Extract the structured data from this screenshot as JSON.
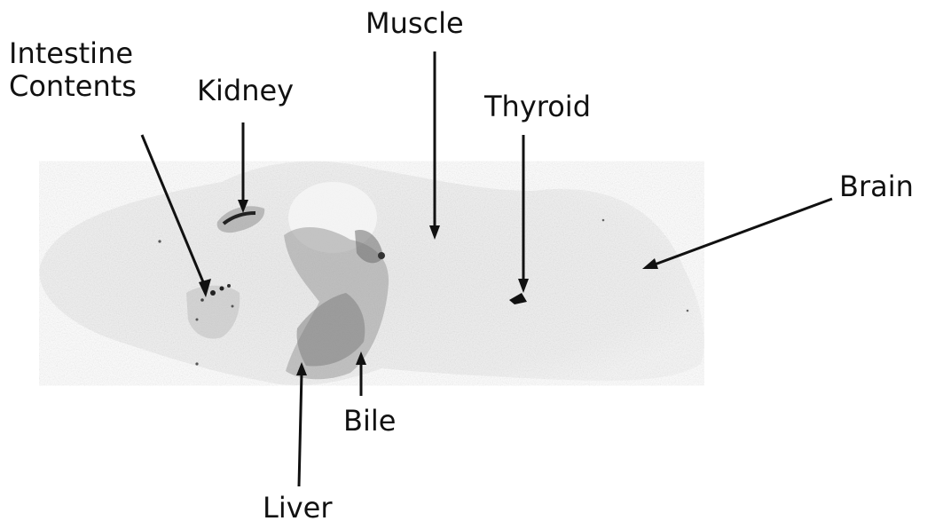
{
  "labels": {
    "intestine_line1": "Intestine",
    "intestine_line2": "Contents",
    "kidney": "Kidney",
    "muscle": "Muscle",
    "thyroid": "Thyroid",
    "brain": "Brain",
    "bile": "Bile",
    "liver": "Liver"
  },
  "colors": {
    "background": "#ffffff",
    "ink": "#111111",
    "tissue_light": "#e6e6e6",
    "tissue_dark": "#7a7a7a"
  }
}
